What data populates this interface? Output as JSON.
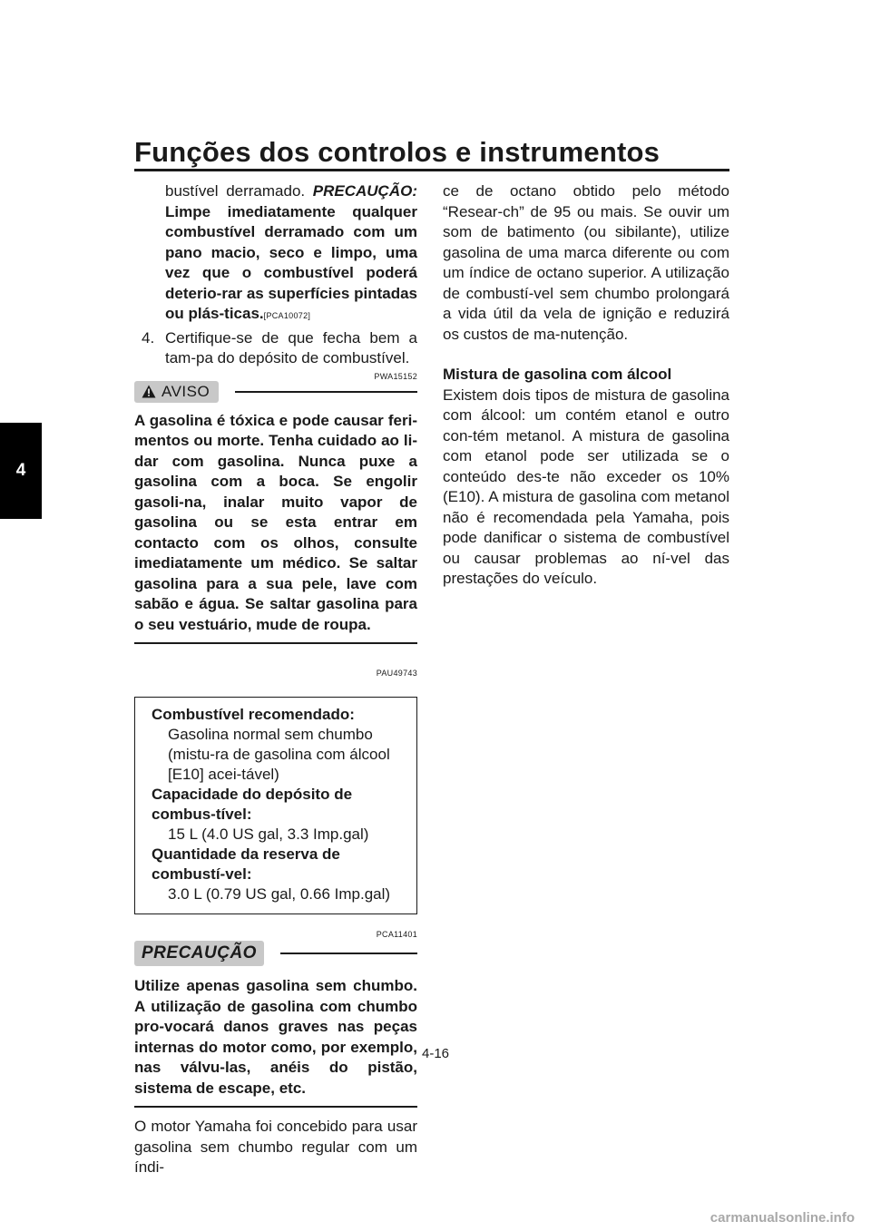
{
  "header": {
    "title": "Funções dos controlos e instrumentos"
  },
  "chapter_tab": "4",
  "left": {
    "p1_normal": "bustível derramado.",
    "p1_caution_label": "PRECAUÇÃO:",
    "p1_caution_text": "Limpe imediatamente qualquer combustível derramado com um pano macio, seco e limpo, uma vez que o combustível poderá deterio-rar as superfícies pintadas ou plás-ticas.",
    "p1_code": "[PCA10072]",
    "step4_num": "4.",
    "step4_text": "Certifique-se de que fecha bem a tam-pa do depósito de combustível.",
    "code_warning": "PWA15152",
    "aviso_label": "AVISO",
    "warning_text": "A gasolina é tóxica e pode causar feri-mentos ou morte. Tenha cuidado ao li-dar com gasolina. Nunca puxe a gasolina com a boca. Se engolir gasoli-na, inalar muito vapor de gasolina ou se esta entrar em contacto com os olhos, consulte imediatamente um médico. Se saltar gasolina para a sua pele, lave com sabão e água. Se saltar gasolina para o seu vestuário, mude de roupa.",
    "code_spec": "PAU49743",
    "spec": {
      "label1": "Combustível recomendado:",
      "value1": "Gasolina normal sem chumbo (mistu-ra de gasolina com álcool [E10] acei-tável)",
      "label2": "Capacidade do depósito de combus-tível:",
      "value2": "15 L (4.0 US gal, 3.3 Imp.gal)",
      "label3": "Quantidade da reserva de combustí-vel:",
      "value3": "3.0 L (0.79 US gal, 0.66 Imp.gal)"
    },
    "code_caution": "PCA11401",
    "precaucao_label": "PRECAUÇÃO",
    "caution_text": "Utilize apenas gasolina sem chumbo. A utilização de gasolina com chumbo pro-vocará danos graves nas peças internas do motor como, por exemplo, nas válvu-las, anéis do pistão, sistema de escape, etc.",
    "bottom_text": "O motor Yamaha foi concebido para usar gasolina sem chumbo regular com um índi-"
  },
  "right": {
    "p1": "ce de octano obtido pelo método “Resear-ch” de 95 ou mais. Se ouvir um som de batimento (ou sibilante), utilize gasolina de uma marca diferente ou com um índice de octano superior. A utilização de combustí-vel sem chumbo prolongará a vida útil da vela de ignição e reduzirá os custos de ma-nutenção.",
    "heading": "Mistura de gasolina com álcool",
    "p2": "Existem dois tipos de mistura de gasolina com álcool: um contém etanol e outro con-tém metanol. A mistura de gasolina com etanol pode ser utilizada se o conteúdo des-te não exceder os 10% (E10). A mistura de gasolina com metanol não é recomendada pela Yamaha, pois pode danificar o sistema de combustível ou causar problemas ao ní-vel das prestações do veículo."
  },
  "page_number": "4-16",
  "footer": {
    "watermark": "carmanualsonline.info"
  }
}
